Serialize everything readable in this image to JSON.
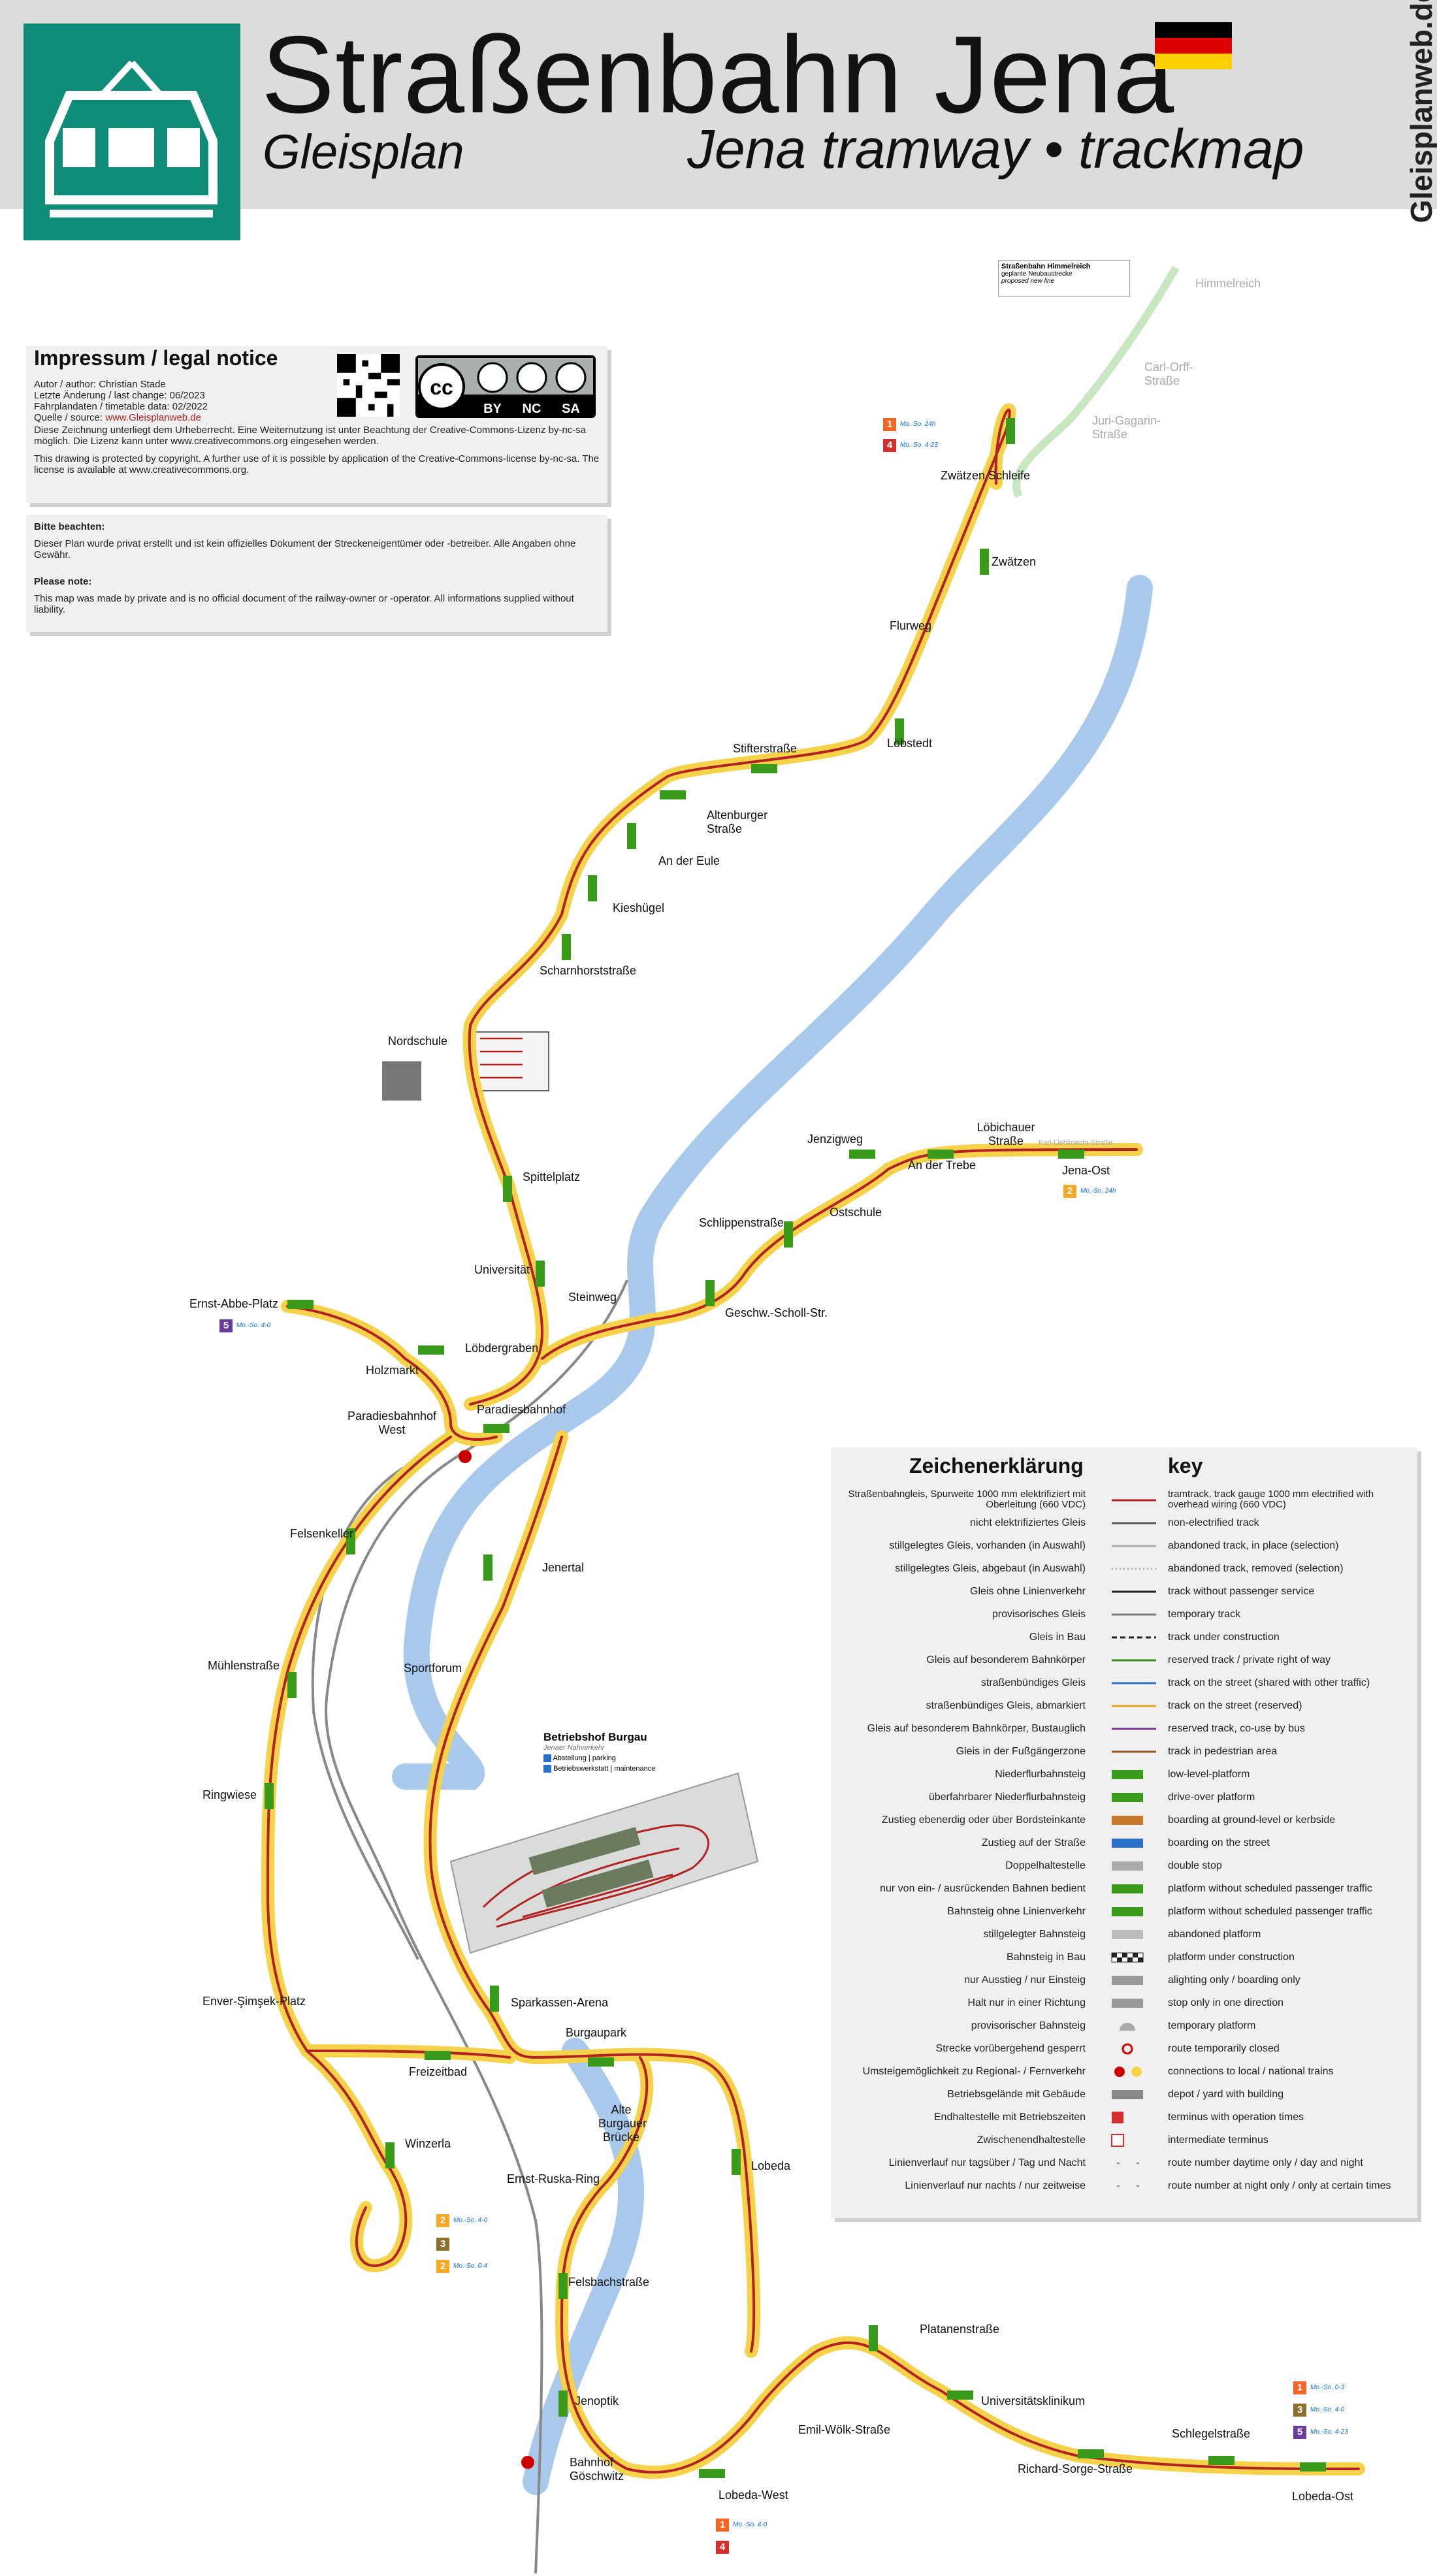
{
  "header": {
    "title": "Straßenbahn Jena",
    "subtitle_de": "Gleisplan",
    "subtitle_en": "Jena tramway • trackmap",
    "site": "Gleisplanweb.de",
    "flag_colors": [
      "#000000",
      "#dd0000",
      "#ffce00"
    ],
    "brand_color": "#0f8c78"
  },
  "impressum": {
    "title": "Impressum / legal notice",
    "author": "Autor / author: Christian Stade",
    "last_change": "Letzte Änderung / last change: 06/2023",
    "timetable": "Fahrplandaten / timetable data: 02/2022",
    "source_prefix": "Quelle / source:",
    "source_link": "www.Gleisplanweb.de",
    "text_de": "Diese Zeichnung unterliegt dem Urheberrecht. Eine Weiternutzung ist unter Beachtung der Creative-Commons-Lizenz by-nc-sa möglich. Die Lizenz kann unter www.creativecommons.org eingesehen werden.",
    "text_en": "This drawing is protected by copyright. A further use of it is possible by application of the Creative-Commons-license by-nc-sa. The license is available at www.creativecommons.org.",
    "cc_labels": [
      "BY",
      "NC",
      "SA"
    ]
  },
  "notice": {
    "title_de": "Bitte beachten:",
    "text_de": "Dieser Plan wurde privat erstellt und ist kein offizielles Dokument der Streckeneigentümer oder -betreiber. Alle Angaben ohne Gewähr.",
    "title_en": "Please note:",
    "text_en": "This map was made by private and is no official document of the railway-owner or -operator. All informations supplied without liability."
  },
  "planned": {
    "title": "Straßenbahn Himmelreich",
    "de": "geplante Neubaustrecke",
    "en": "proposed new line"
  },
  "stations": {
    "himmelreich": "Himmelreich",
    "carl_orff": "Carl-Orff-Straße",
    "juri_gagarin": "Juri-Gagarin-Straße",
    "zwaetzen_schleife": "Zwätzen Schleife",
    "zwaetzen": "Zwätzen",
    "flurweg": "Flurweg",
    "loebstedt": "Löbstedt",
    "stifterstrasse": "Stifterstraße",
    "altenburger": "Altenburger Straße",
    "an_der_eule": "An der Eule",
    "kieshuegel": "Kieshügel",
    "scharnhorst": "Scharnhorststraße",
    "nordschule": "Nordschule",
    "spittelplatz": "Spittelplatz",
    "universitaet": "Universität",
    "steinweg": "Steinweg",
    "ernst_abbe": "Ernst-Abbe-Platz",
    "holzmarkt": "Holzmarkt",
    "loebdergraben": "Löbdergraben",
    "paradies_west": "Paradiesbahnhof West",
    "paradiesbahnhof": "Paradiesbahnhof",
    "felsenkeller": "Felsenkeller",
    "jenertal": "Jenertal",
    "sportforum": "Sportforum",
    "muehlenstrasse": "Mühlenstraße",
    "ringwiese": "Ringwiese",
    "enver": "Enver-Şimşek-Platz",
    "freizeitbad": "Freizeitbad",
    "winzerla": "Winzerla",
    "sparkassen": "Sparkassen-Arena",
    "burgaupark": "Burgaupark",
    "alte_burgauer": "Alte Burgauer Brücke",
    "ernst_ruska": "Ernst-Ruska-Ring",
    "lobeda": "Lobeda",
    "felsbach": "Felsbachstraße",
    "jenoptik": "Jenoptik",
    "goeschwitz": "Bahnhof Göschwitz",
    "emil_woelk": "Emil-Wölk-Straße",
    "lobeda_west": "Lobeda-West",
    "platanen": "Platanenstraße",
    "uniklinikum": "Universitätsklinikum",
    "richard_sorge": "Richard-Sorge-Straße",
    "schlegel": "Schlegelstraße",
    "lobeda_ost": "Lobeda-Ost",
    "jenzigweg": "Jenzigweg",
    "an_der_trebe": "An der Trebe",
    "loebichauer": "Löbichauer Straße",
    "jena_ost": "Jena-Ost",
    "karl_liebknecht": "Karl-Liebknecht-Straße",
    "ostschule": "Ostschule",
    "schlippen": "Schlippenstraße",
    "geschw_scholl": "Geschw.-Scholl-Str."
  },
  "depot": {
    "title": "Betriebshof Burgau",
    "subtitle": "Jenaer Nahverkehr",
    "parking": "Abstellung | parking",
    "workshop": "Betriebswerkstatt | maintenance"
  },
  "legend": {
    "title_de": "Zeichenerklärung",
    "title_en": "key",
    "items": [
      {
        "de": "Straßenbahngleis, Spurweite 1000 mm elektrifiziert mit Oberleitung (660 VDC)",
        "en": "tramtrack, track gauge 1000 mm electrified with overhead wiring (660 VDC)",
        "sym": "line",
        "color": "#b22222"
      },
      {
        "de": "nicht elektrifiziertes Gleis",
        "en": "non-electrified track",
        "sym": "line",
        "color": "#555555"
      },
      {
        "de": "stillgelegtes Gleis, vorhanden (in Auswahl)",
        "en": "abandoned track, in place (selection)",
        "sym": "line",
        "color": "#aaaaaa"
      },
      {
        "de": "stillgelegtes Gleis, abgebaut (in Auswahl)",
        "en": "abandoned track, removed (selection)",
        "sym": "dotted",
        "color": "#aaaaaa"
      },
      {
        "de": "Gleis ohne Linienverkehr",
        "en": "track without passenger service",
        "sym": "line",
        "color": "#222222"
      },
      {
        "de": "provisorisches Gleis",
        "en": "temporary track",
        "sym": "line",
        "color": "#777777"
      },
      {
        "de": "Gleis in Bau",
        "en": "track under construction",
        "sym": "dashed",
        "color": "#222222"
      },
      {
        "de": "Gleis auf besonderem Bahnkörper",
        "en": "reserved track / private right of way",
        "sym": "line",
        "color": "#3a8c1a"
      },
      {
        "de": "straßenbündiges Gleis",
        "en": "track on the street (shared with other traffic)",
        "sym": "line",
        "color": "#2a6fc9"
      },
      {
        "de": "straßenbündiges Gleis, abmarkiert",
        "en": "track on the street (reserved)",
        "sym": "line",
        "color": "#e2a21a"
      },
      {
        "de": "Gleis auf besonderem Bahnkörper, Bustauglich",
        "en": "reserved track, co-use by bus",
        "sym": "line",
        "color": "#7a3a8c"
      },
      {
        "de": "Gleis in der Fußgängerzone",
        "en": "track in pedestrian area",
        "sym": "line",
        "color": "#8a5a2a"
      },
      {
        "de": "Niederflurbahnsteig",
        "en": "low-level-platform",
        "sym": "box",
        "color": "#3a9a1a"
      },
      {
        "de": "überfahrbarer Niederflurbahnsteig",
        "en": "drive-over platform",
        "sym": "box",
        "color": "#3a9a1a"
      },
      {
        "de": "Zustieg ebenerdig oder über Bordsteinkante",
        "en": "boarding at ground-level or kerbside",
        "sym": "box",
        "color": "#c47a2a"
      },
      {
        "de": "Zustieg auf der Straße",
        "en": "boarding on the street",
        "sym": "box",
        "color": "#2a6fc9"
      },
      {
        "de": "Doppelhaltestelle",
        "en": "double stop",
        "sym": "box",
        "color": "#aaaaaa"
      },
      {
        "de": "nur von ein- / ausrückenden Bahnen bedient",
        "en": "platform without scheduled passenger traffic",
        "sym": "box",
        "color": "#3a9a1a"
      },
      {
        "de": "Bahnsteig ohne Linienverkehr",
        "en": "platform without scheduled passenger traffic",
        "sym": "box",
        "color": "#3a9a1a"
      },
      {
        "de": "stillgelegter Bahnsteig",
        "en": "abandoned platform",
        "sym": "box",
        "color": "#bbbbbb"
      },
      {
        "de": "Bahnsteig in Bau",
        "en": "platform under construction",
        "sym": "checker",
        "color": "#222222"
      },
      {
        "de": "nur Ausstieg / nur Einsteig",
        "en": "alighting only / boarding only",
        "sym": "box",
        "color": "#999999"
      },
      {
        "de": "Halt nur in einer Richtung",
        "en": "stop only in one direction",
        "sym": "box",
        "color": "#999999"
      },
      {
        "de": "provisorischer Bahnsteig",
        "en": "temporary platform",
        "sym": "half",
        "color": "#aaaaaa"
      },
      {
        "de": "Strecke vorübergehend gesperrt",
        "en": "route temporarily closed",
        "sym": "ring",
        "color": "#cc0000"
      },
      {
        "de": "Umsteigemöglichkeit zu Regional- / Fernverkehr",
        "en": "connections to local / national trains",
        "sym": "db",
        "color": "#cc0000"
      },
      {
        "de": "Betriebsgelände mit Gebäude",
        "en": "depot / yard with building",
        "sym": "box",
        "color": "#888888"
      },
      {
        "de": "Endhaltestelle mit Betriebszeiten",
        "en": "terminus with operation times",
        "sym": "badge",
        "color": "#d32f2f"
      },
      {
        "de": "Zwischenendhaltestelle",
        "en": "intermediate terminus",
        "sym": "badge2",
        "color": "#d32f2f"
      },
      {
        "de": "Linienverlauf nur tagsüber / Tag und Nacht",
        "en": "route number daytime only / day and night",
        "sym": "text",
        "color": "#888888"
      },
      {
        "de": "Linienverlauf nur nachts / nur zeitweise",
        "en": "route number at night only / only at certain times",
        "sym": "text",
        "color": "#888888"
      }
    ]
  },
  "line_colors": {
    "1": "#f26522",
    "2": "#f9a825",
    "3": "#8d6e2a",
    "4": "#d32f2f",
    "5": "#6a3d9a"
  },
  "badges": {
    "zwaetzen_1": "1",
    "zwaetzen_1_t": "Mo.-So. 24h",
    "zwaetzen_4": "4",
    "zwaetzen_4_t": "Mo.-So. 4-23",
    "ernst_abbe_5": "5",
    "ernst_abbe_5_t": "Mo.-So. 4-0",
    "jena_ost_2": "2",
    "jena_ost_2_t": "Mo.-So. 24h",
    "winzerla_2": "2",
    "winzerla_2_t": "Mo.-So. 4-0",
    "winzerla_3": "3",
    "winzerla_2b": "2",
    "winzerla_2b_t": "Mo.-So. 0-4",
    "lobeda_west_1": "1",
    "lobeda_west_1_t": "Mo.-So. 4-0",
    "lobeda_west_4": "4",
    "lobeda_ost_1": "1",
    "lobeda_ost_1_t": "Mo.-So. 0-3",
    "lobeda_ost_3": "3",
    "lobeda_ost_3_t": "Mo.-So. 4-0",
    "lobeda_ost_5": "5",
    "lobeda_ost_5_t": "Mo.-So. 4-23"
  }
}
